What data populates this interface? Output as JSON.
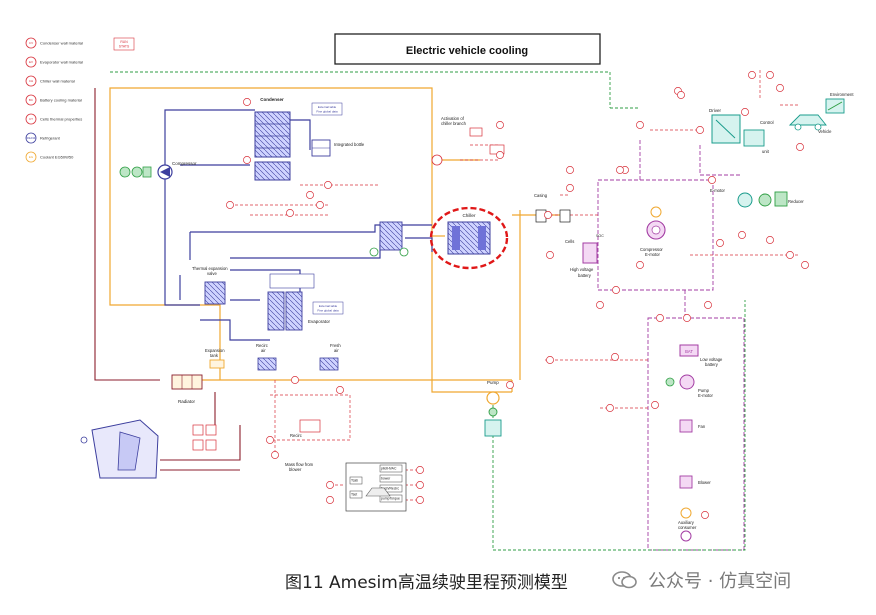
{
  "title": "Electric vehicle cooling",
  "legend": [
    {
      "code": "CV",
      "label": "Condenser wall material"
    },
    {
      "code": "EV",
      "label": "Evaporator wall material"
    },
    {
      "code": "CH",
      "label": "Chiller wall material"
    },
    {
      "code": "BC",
      "label": "Battery cooling material"
    },
    {
      "code": "CT",
      "label": "Cells thermal properties"
    },
    {
      "code": "R1234",
      "label": "Refrigerant"
    },
    {
      "code": "EG",
      "label": "Coolant EG50W50"
    }
  ],
  "run_stats": "RUN\nSTATS",
  "labels": {
    "condenser": "Condenser",
    "compressor": "Compressor",
    "integrated_bottle": "Integrated bottle",
    "activation_chiller": "Activation of chiller branch",
    "chiller": "Chiller",
    "casing": "Casing",
    "cells": "Cells",
    "high_voltage_battery": "High voltage battery",
    "compressor_emotor": "Compressor E-motor",
    "thermal_expansion_valve": "Thermal expansion valve",
    "evaporator": "Evaporator",
    "expansion_tank": "Expansion tank",
    "radiator": "Radiator",
    "recirc_air": "Recirc air",
    "fresh_air": "Fresh air",
    "recirc": "Recirc",
    "mass_flow_blower": "Mass flow from blower",
    "pump": "Pump",
    "driver": "Driver",
    "control_unit": "Control unit",
    "environment": "Environment",
    "vehicle": "Vehicle",
    "emotor": "E-motor",
    "reducer": "Reducer",
    "low_voltage_battery": "Low voltage battery",
    "pump_emotor": "Pump E-motor",
    "fan": "Fan",
    "blower": "Blower",
    "auxiliary_consumer": "Auxiliary consumer",
    "bat": "BAT",
    "soc": "SOC",
    "external_table": "External table",
    "fine_global_data": "Fine global data"
  },
  "signal_box": [
    "Tcab",
    "Tset",
    "pilotHVAC",
    "bower",
    "fresh/Recirc",
    "pumpTorque"
  ],
  "caption": "图11 Amesim高温续驶里程预测模型",
  "watermark": "公众号 · 仿真空间",
  "colors": {
    "refrigerant": "#3d3f9e",
    "coolant": "#f0a830",
    "signal": "#d8323c",
    "electric": "#a33da3",
    "green": "#2f9e44",
    "highlight": "#e01818",
    "dark_red": "#8b1e2c",
    "teal": "#1a9c8c"
  }
}
